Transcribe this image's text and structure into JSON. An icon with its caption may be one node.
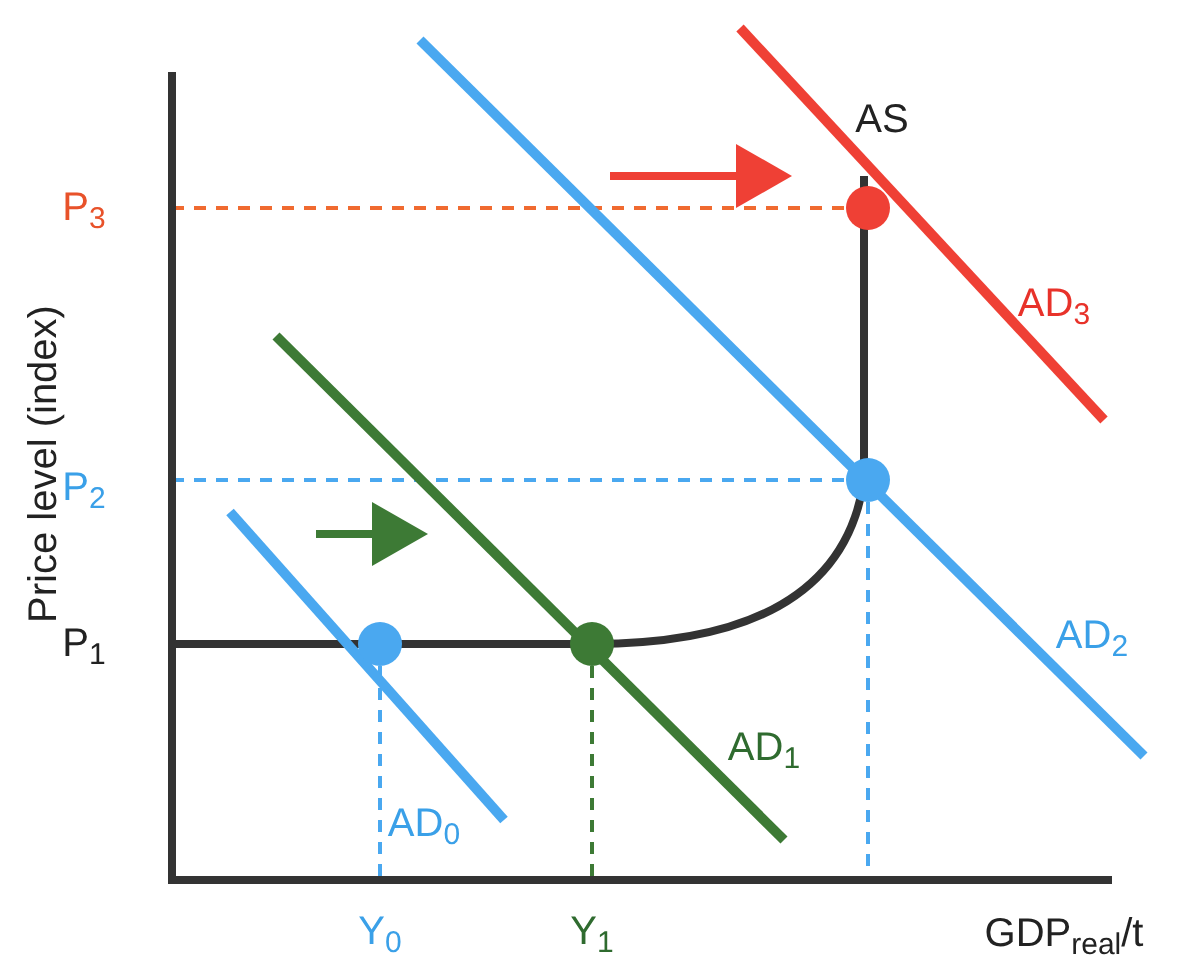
{
  "diagram": {
    "labels": [
      "AS",
      "P$_{3}$",
      "AD$_{3}$",
      "P$_{2}$",
      "Price level (index)",
      "P$_{1}$",
      "AD$_{2}$",
      "AD$_{1}$",
      "AD$_{0}$",
      "Y$_{0}$",
      "Y$_{1}$",
      "GDP$_{real}$/t"
    ]
  }
}
